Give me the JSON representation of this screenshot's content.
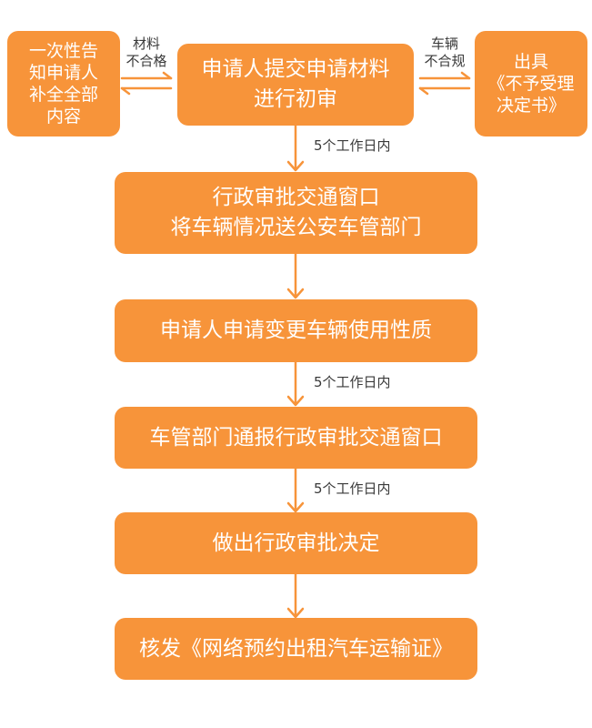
{
  "colors": {
    "box_fill": "#f7943a",
    "box_text": "#ffffff",
    "connector": "#f7943a",
    "note_text": "#3a3a3a"
  },
  "steps": [
    "申请人提交申请材料\n进行初审",
    "行政审批交通窗口\n将车辆情况送公安车管部门",
    "申请人申请变更车辆使用性质",
    "车管部门通报行政审批交通窗口",
    "做出行政审批决定",
    "核发《网络预约出租汽车运输证》"
  ],
  "left_branch": {
    "box": "一次性告\n知申请人\n补全全部\n内容",
    "condition": "材料\n不合格"
  },
  "right_branch": {
    "box": "出具\n《不予受理\n决定书》",
    "condition": "车辆\n不合规"
  },
  "durations": [
    "5个工作日内",
    "5个工作日内",
    "5个工作日内"
  ]
}
